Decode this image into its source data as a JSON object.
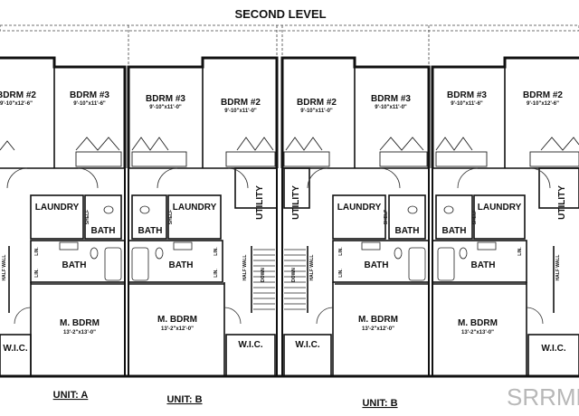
{
  "title": "SECOND LEVEL",
  "rooms": {
    "bdrm2": "BDRM #2",
    "bdrm3": "BDRM #3",
    "laundry": "LAUNDRY",
    "bath": "BATH",
    "utility": "UTILITY",
    "master": "M. BDRM",
    "wic": "W.I.C.",
    "lin": "LIN.",
    "shelf": "SHELF",
    "half_wall": "HALF WALL",
    "down": "DOWN"
  },
  "dims": {
    "d1": "9'-10\"x12'-6\"",
    "d2": "9'-10\"x11'-6\"",
    "d3": "9'-10\"x11'-0\"",
    "m1": "13'-2\"x13'-0\"",
    "m2": "13'-2\"x12'-0\""
  },
  "units": {
    "a": "UNIT: A",
    "b1": "UNIT: B",
    "b2": "UNIT: B"
  },
  "watermark": "SRRMLS"
}
